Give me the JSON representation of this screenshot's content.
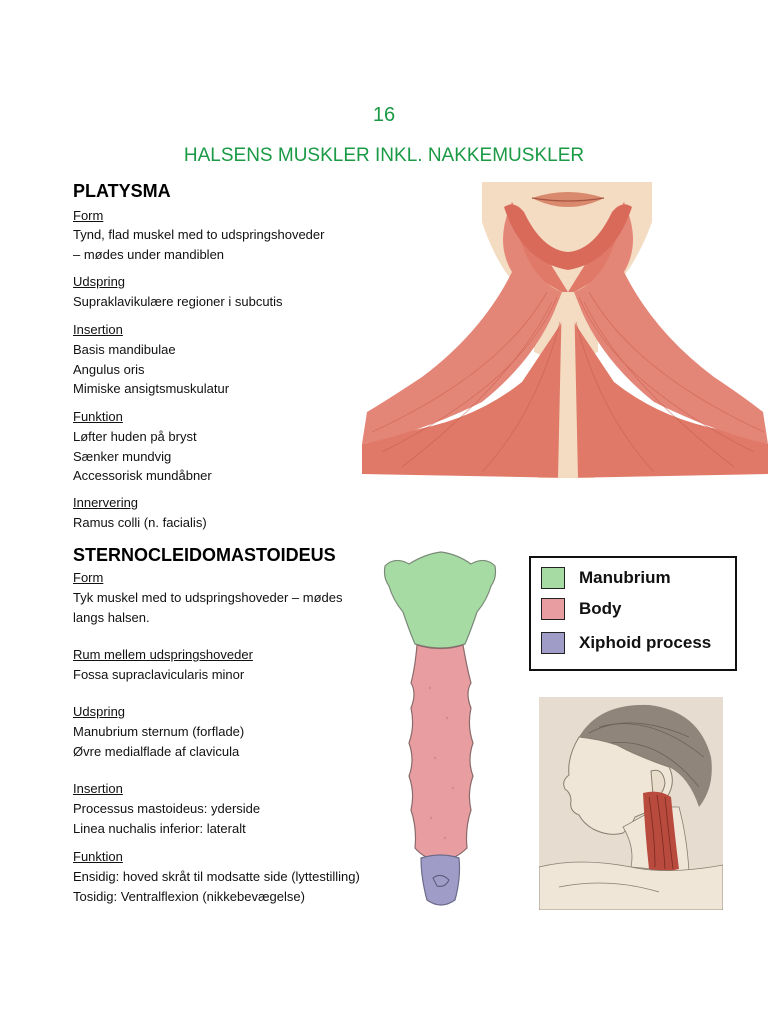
{
  "page": {
    "number": "16",
    "title": "HALSENS MUSKLER INKL. NAKKEMUSKLER"
  },
  "platysma": {
    "heading": "PLATYSMA",
    "form_label": "Form",
    "form_lines": [
      "Tynd, flad muskel med to udspringshoveder",
      "– mødes under mandiblen"
    ],
    "udspring_label": "Udspring",
    "udspring_lines": [
      "Supraklavikulære regioner i subcutis"
    ],
    "insertion_label": "Insertion",
    "insertion_lines": [
      "Basis mandibulae",
      "Angulus oris",
      "Mimiske ansigtsmuskulatur"
    ],
    "funktion_label": "Funktion",
    "funktion_lines": [
      "Løfter huden på bryst",
      "Sænker mundvig",
      "Accessorisk mundåbner"
    ],
    "innervering_label": "Innervering",
    "innervering_lines": [
      "Ramus colli (n. facialis)"
    ]
  },
  "scm": {
    "heading": "STERNOCLEIDOMASTOIDEUS",
    "form_label": "Form",
    "form_lines": [
      "Tyk muskel med to udspringshoveder – mødes",
      "langs halsen."
    ],
    "rum_label": "Rum mellem udspringshoveder",
    "rum_lines": [
      "Fossa supraclavicularis minor"
    ],
    "udspring_label": "Udspring",
    "udspring_lines": [
      "Manubrium sternum (forflade)",
      "Øvre medialflade af clavicula"
    ],
    "insertion_label": "Insertion",
    "insertion_lines": [
      "Processus mastoideus: yderside",
      "Linea nuchalis inferior: lateralt"
    ],
    "funktion_label": "Funktion",
    "funktion_lines": [
      "Ensidig: hoved skråt til modsatte side (lyttestilling)",
      "Tosidig: Ventralflexion (nikkebevægelse)"
    ]
  },
  "legend": {
    "items": [
      {
        "label": "Manubrium",
        "color": "#a6dca4"
      },
      {
        "label": "Body",
        "color": "#e89da0"
      },
      {
        "label": "Xiphoid process",
        "color": "#a09cc8"
      }
    ]
  },
  "colors": {
    "accent": "#1a9a45",
    "muscle": "#e0786a",
    "skin": "#f4dcc0"
  }
}
